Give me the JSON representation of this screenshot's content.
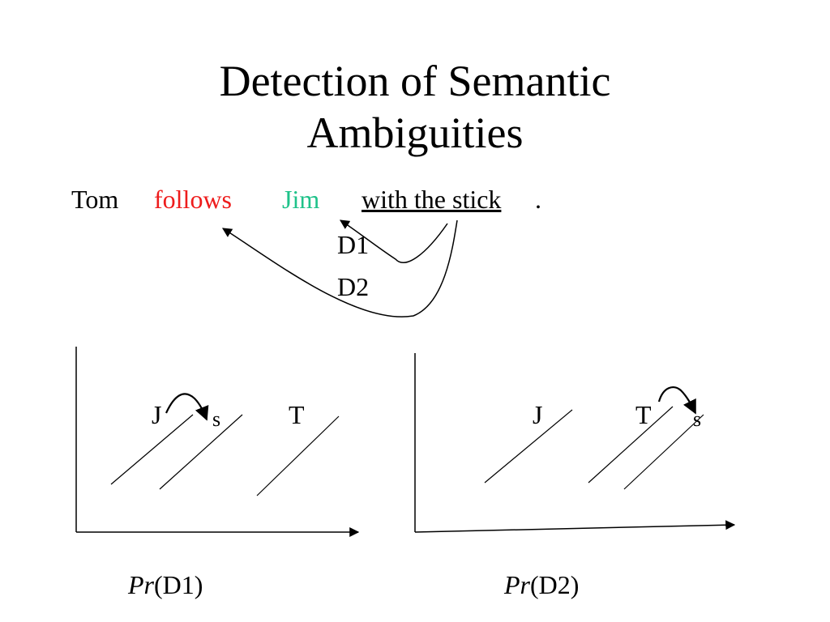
{
  "slide": {
    "title_line1": "Detection of Semantic",
    "title_line2": "Ambiguities"
  },
  "sentence": {
    "w1": "Tom",
    "w2": "follows",
    "w3": "Jim",
    "w4": "with the stick",
    "w5": ".",
    "color_follows": "#ee1c1c",
    "color_jim": "#1fc28a"
  },
  "attachments": {
    "d1": "D1",
    "d2": "D2"
  },
  "graph_left": {
    "label_j": "J",
    "label_s": "s",
    "label_t": "T",
    "caption_pr": "Pr",
    "caption_arg": "(D1)"
  },
  "graph_right": {
    "label_j": "J",
    "label_t": "T",
    "label_s": "s",
    "caption_pr": "Pr",
    "caption_arg": "(D2)"
  }
}
